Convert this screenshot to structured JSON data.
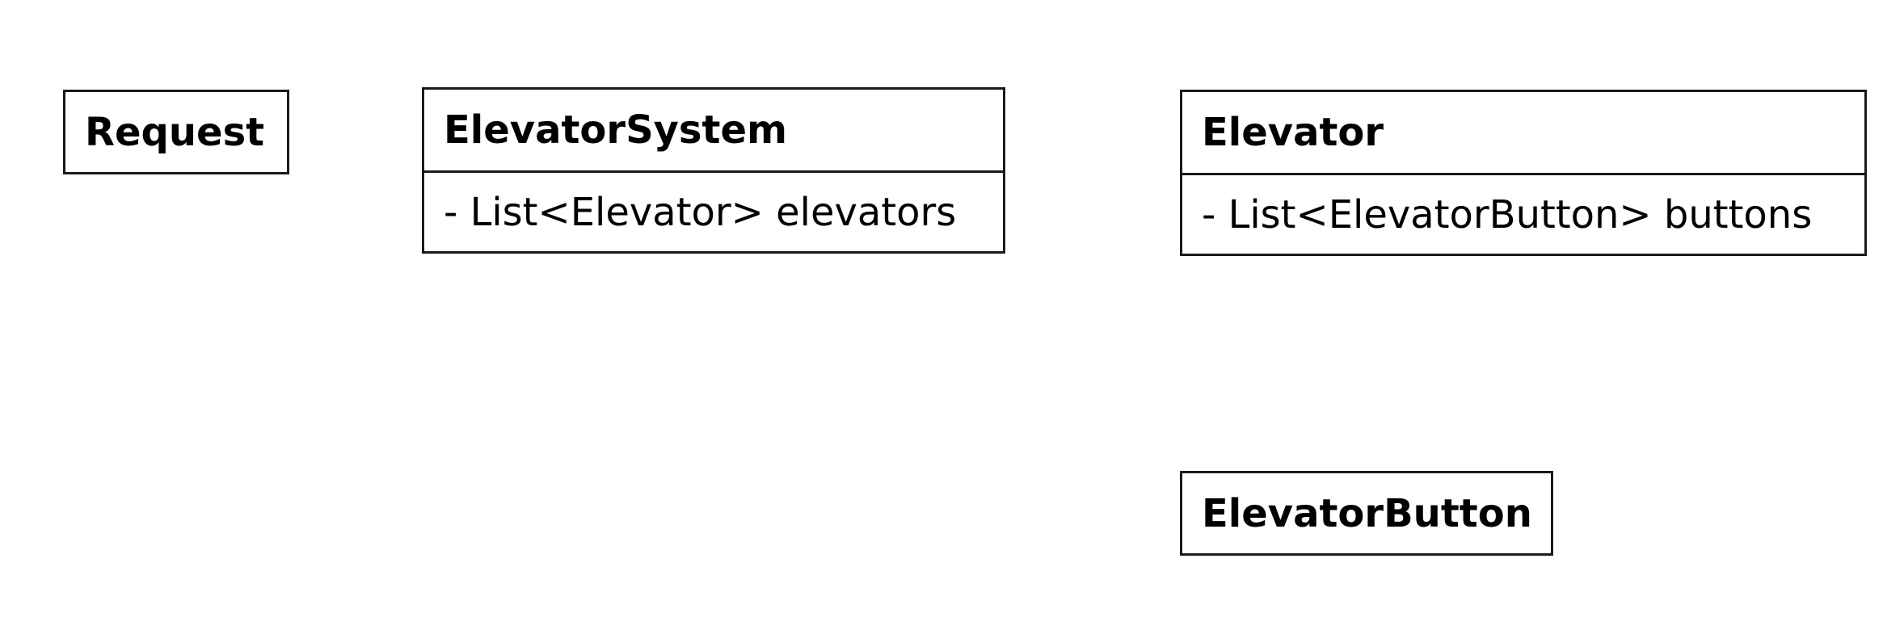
{
  "classes": {
    "request": {
      "name": "Request"
    },
    "elevator_system": {
      "name": "ElevatorSystem",
      "attributes": [
        "- List<Elevator> elevators"
      ]
    },
    "elevator": {
      "name": "Elevator",
      "attributes": [
        "- List<ElevatorButton> buttons"
      ]
    },
    "elevator_button": {
      "name": "ElevatorButton"
    }
  },
  "colors": {
    "border": "#1a1a1a",
    "background": "#ffffff",
    "text": "#000000"
  }
}
